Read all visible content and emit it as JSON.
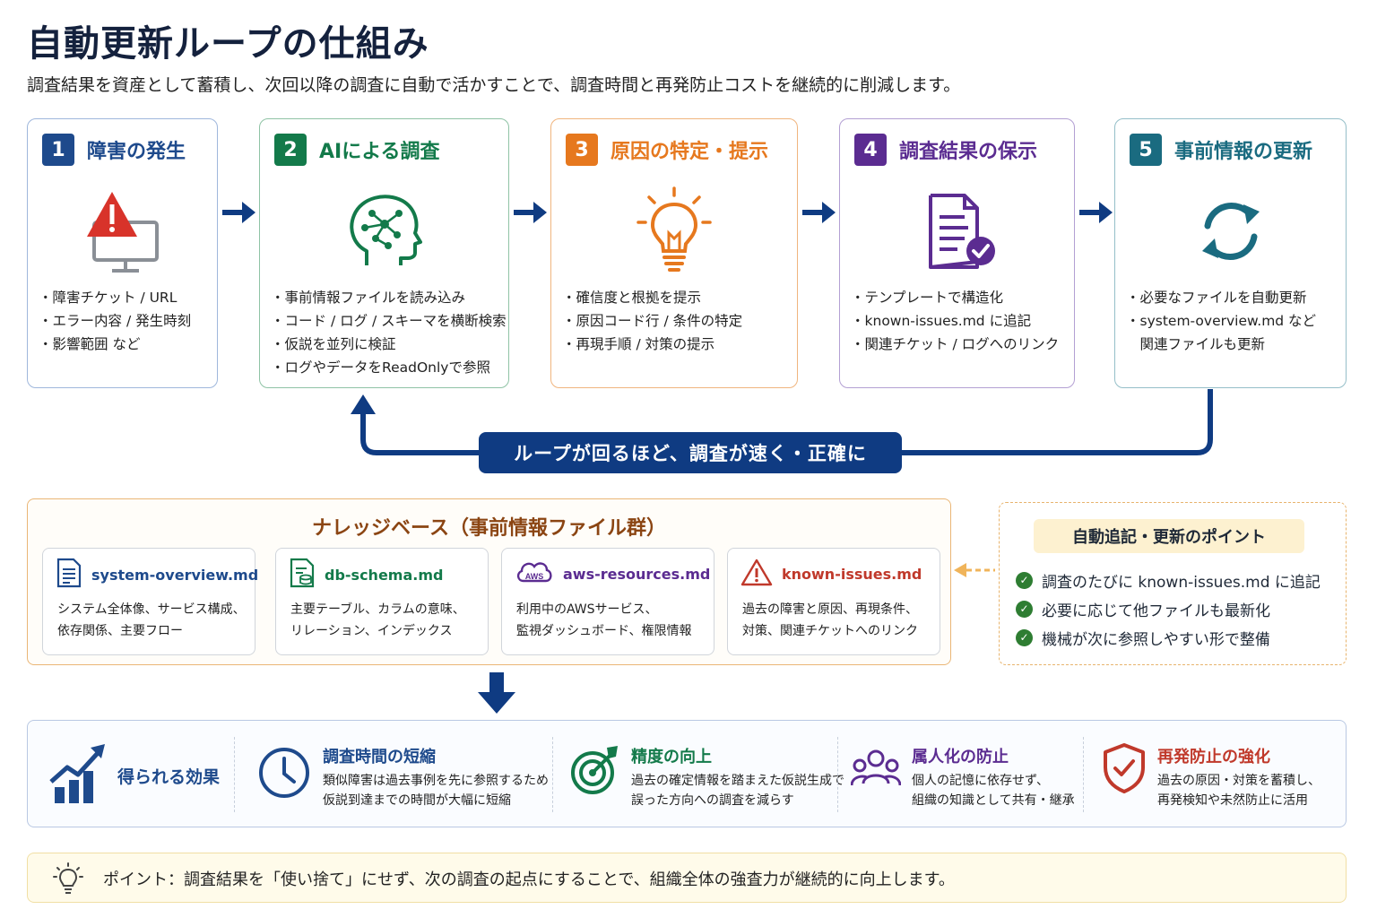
{
  "title": "自動更新ループの仕組み",
  "subtitle": "調査結果を資産として蓄積し、次回以降の調査に自動で活かすことで、調査時間と再発防止コストを継続的に削減します。",
  "steps": [
    {
      "num": "1",
      "title": "障害の発生",
      "icon": "warning-monitor-icon",
      "color": "#1e4a8c",
      "items": [
        "障害チケット / URL",
        "エラー内容 / 発生時刻",
        "影響範囲 など"
      ]
    },
    {
      "num": "2",
      "title": "AIによる調査",
      "icon": "ai-brain-icon",
      "color": "#137a4a",
      "items": [
        "事前情報ファイルを読み込み",
        "コード / ログ / スキーマを横断検索",
        "仮説を並列に検証",
        "ログやデータをReadOnlyで参照"
      ]
    },
    {
      "num": "3",
      "title": "原因の特定・提示",
      "icon": "lightbulb-icon",
      "color": "#e6781e",
      "items": [
        "確信度と根拠を提示",
        "原因コード行 / 条件の特定",
        "再現手順 / 対策の提示"
      ]
    },
    {
      "num": "4",
      "title": "調査結果の保示",
      "icon": "document-check-icon",
      "color": "#5b2c91",
      "items": [
        "テンプレートで構造化",
        "known-issues.md に追記",
        "関連チケット / ログへのリンク"
      ]
    },
    {
      "num": "5",
      "title": "事前情報の更新",
      "icon": "refresh-icon",
      "color": "#1a6b80",
      "items": [
        "必要なファイルを自動更新",
        "system-overview.md など",
        "関連ファイルも更新"
      ]
    }
  ],
  "loop_label": "ループが回るほど、調査が速く・正確に",
  "kb": {
    "title": "ナレッジベース（事前情報ファイル群）",
    "files": [
      {
        "name": "system-overview.md",
        "icon": "document-icon",
        "color": "#1e4a8c",
        "desc": [
          "システム全体像、サービス構成、",
          "依存関係、主要フロー"
        ]
      },
      {
        "name": "db-schema.md",
        "icon": "database-document-icon",
        "color": "#137a4a",
        "desc": [
          "主要テーブル、カラムの意味、",
          "リレーション、インデックス"
        ]
      },
      {
        "name": "aws-resources.md",
        "icon": "aws-cloud-icon",
        "color": "#5b2c91",
        "desc": [
          "利用中のAWSサービス、",
          "監視ダッシュボード、権限情報"
        ]
      },
      {
        "name": "known-issues.md",
        "icon": "warning-icon",
        "color": "#c0392b",
        "desc": [
          "過去の障害と原因、再現条件、",
          "対策、関連チケットへのリンク"
        ]
      }
    ]
  },
  "points": {
    "title": "自動追記・更新のポイント",
    "items": [
      "調査のたびに known-issues.md に追記",
      "必要に応じて他ファイルも最新化",
      "機械が次に参照しやすい形で整備"
    ]
  },
  "effects": {
    "label": "得られる効果",
    "items": [
      {
        "title": "調査時間の短縮",
        "icon": "clock-icon",
        "color": "#1e4a8c",
        "desc": [
          "類似障害は過去事例を先に参照するため",
          "仮説到達までの時間が大幅に短縮"
        ]
      },
      {
        "title": "精度の向上",
        "icon": "target-icon",
        "color": "#137a4a",
        "desc": [
          "過去の確定情報を踏まえた仮説生成で",
          "誤った方向への調査を減らす"
        ]
      },
      {
        "title": "属人化の防止",
        "icon": "team-icon",
        "color": "#5b2c91",
        "desc": [
          "個人の記憶に依存せず、",
          "組織の知識として共有・継承"
        ]
      },
      {
        "title": "再発防止の強化",
        "icon": "shield-check-icon",
        "color": "#c0392b",
        "desc": [
          "過去の原因・対策を蓄積し、",
          "再発検知や未然防止に活用"
        ]
      }
    ]
  },
  "tip": "ポイント：調査結果を「使い捨て」にせず、次の調査の起点にすることで、組織全体の強査力が継続的に向上します。"
}
